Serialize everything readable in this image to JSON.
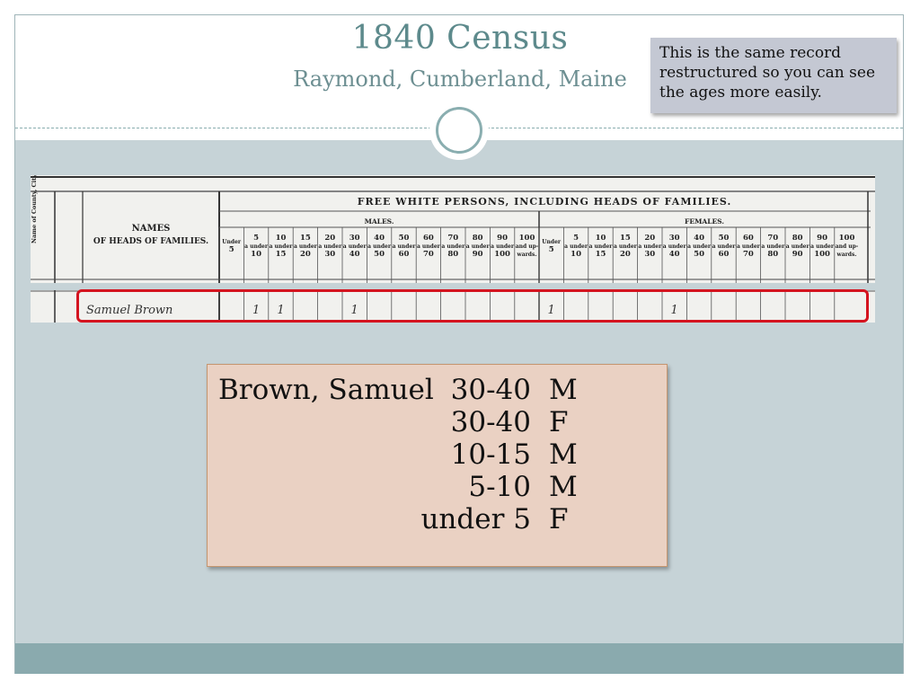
{
  "slide": {
    "title": "1840 Census",
    "subtitle": "Raymond, Cumberland, Maine",
    "callout": "This is the same record restructured so you can see the ages more easily."
  },
  "census": {
    "heading": "FREE WHITE PERSONS, INCLUDING HEADS OF FAMILIES.",
    "names_label": "NAMES",
    "names_sublabel": "OF HEADS OF FAMILIES.",
    "side_label": "Name of County, City, Ward, Town, Township, Parish, Precinct, Hundred, or District.",
    "males_label": "MALES.",
    "females_label": "FEMALES.",
    "male_columns": [
      [
        "Under",
        "5"
      ],
      [
        "5",
        "a under",
        "10"
      ],
      [
        "10",
        "a under",
        "15"
      ],
      [
        "15",
        "a under",
        "20"
      ],
      [
        "20",
        "a under",
        "30"
      ],
      [
        "30",
        "a under",
        "40"
      ],
      [
        "40",
        "a under",
        "50"
      ],
      [
        "50",
        "a under",
        "60"
      ],
      [
        "60",
        "a under",
        "70"
      ],
      [
        "70",
        "a under",
        "80"
      ],
      [
        "80",
        "a under",
        "90"
      ],
      [
        "90",
        "a under",
        "100"
      ],
      [
        "100",
        "and up-",
        "wards."
      ]
    ],
    "female_columns": [
      [
        "Under",
        "5"
      ],
      [
        "5",
        "a under",
        "10"
      ],
      [
        "10",
        "a under",
        "15"
      ],
      [
        "15",
        "a under",
        "20"
      ],
      [
        "20",
        "a under",
        "30"
      ],
      [
        "30",
        "a under",
        "40"
      ],
      [
        "40",
        "a under",
        "50"
      ],
      [
        "50",
        "a under",
        "60"
      ],
      [
        "60",
        "a under",
        "70"
      ],
      [
        "70",
        "a under",
        "80"
      ],
      [
        "80",
        "a under",
        "90"
      ],
      [
        "90",
        "a under",
        "100"
      ],
      [
        "100",
        "and up-",
        "wards."
      ]
    ],
    "row_name": "Samuel Brown",
    "male_tallies": [
      "",
      "1",
      "1",
      "",
      "",
      "1",
      "",
      "",
      "",
      "",
      "",
      "",
      ""
    ],
    "female_tallies": [
      "1",
      "",
      "",
      "",
      "",
      "1",
      "",
      "",
      "",
      "",
      "",
      "",
      ""
    ]
  },
  "summary": {
    "name": "Brown, Samuel",
    "rows": [
      {
        "age": "30-40",
        "sex": "M"
      },
      {
        "age": "30-40",
        "sex": "F"
      },
      {
        "age": "10-15",
        "sex": "M"
      },
      {
        "age": "5-10",
        "sex": "M"
      },
      {
        "age": "under 5",
        "sex": "F"
      }
    ]
  }
}
